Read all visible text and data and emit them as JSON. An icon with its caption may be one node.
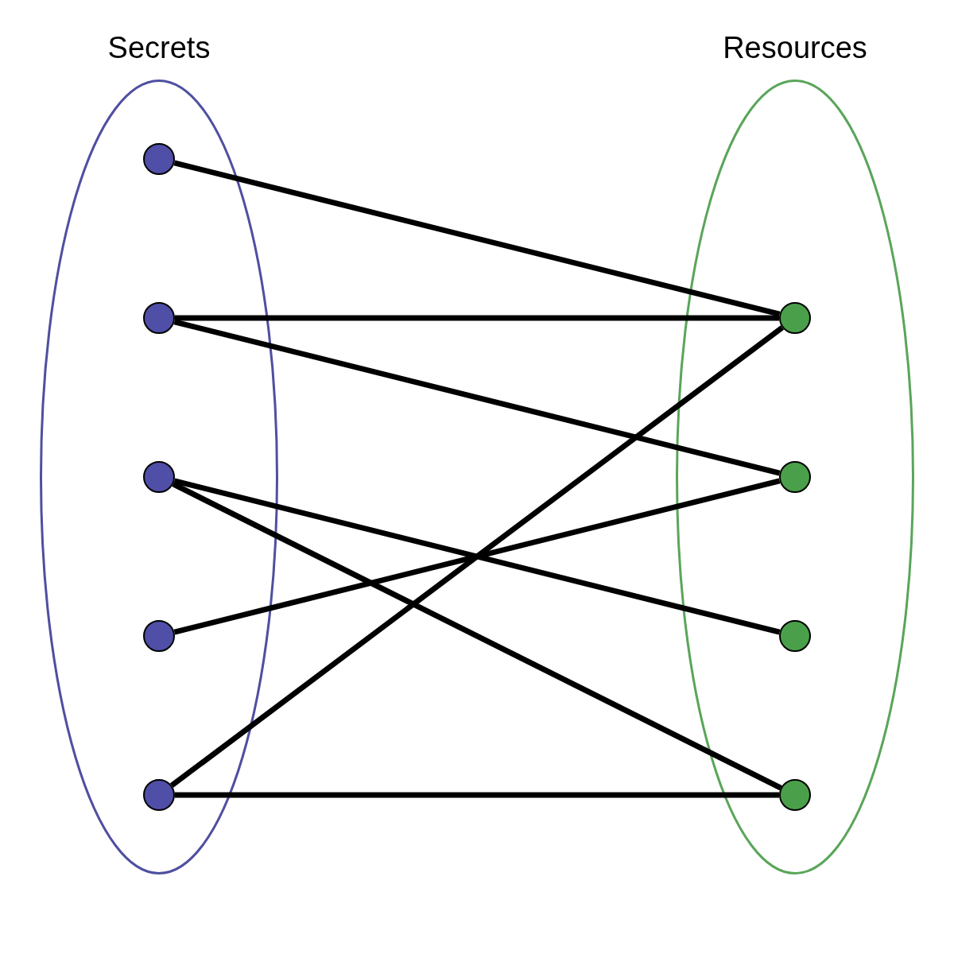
{
  "diagram": {
    "nodes": [
      {
        "text": [
          "Secrets"
        ]
      },
      {
        "text": [],
        "shape": "circle",
        "in": 0
      },
      {
        "text": [],
        "shape": "circle",
        "in": 0
      },
      {
        "text": [],
        "shape": "circle",
        "in": 0
      },
      {
        "text": [],
        "shape": "circle",
        "in": 0
      },
      {
        "text": [],
        "shape": "circle",
        "in": 0
      },
      {
        "text": [
          "Resources"
        ]
      },
      {
        "text": [],
        "shape": "circle",
        "in": 6
      },
      {
        "text": [],
        "shape": "circle",
        "in": 6
      },
      {
        "text": [],
        "shape": "circle",
        "in": 6
      },
      {
        "text": [],
        "shape": "circle",
        "in": 6
      }
    ],
    "edges": [
      {
        "from": 1,
        "to": 7,
        "arrow": "none"
      },
      {
        "from": 2,
        "to": 7,
        "arrow": "none"
      },
      {
        "from": 2,
        "to": 8,
        "arrow": "none"
      },
      {
        "from": 3,
        "to": 9,
        "arrow": "none"
      },
      {
        "from": 3,
        "to": 10,
        "arrow": "none"
      },
      {
        "from": 4,
        "to": 8,
        "arrow": "none"
      },
      {
        "from": 5,
        "to": 7,
        "arrow": "none"
      },
      {
        "from": 5,
        "to": 10,
        "arrow": "none"
      }
    ]
  }
}
